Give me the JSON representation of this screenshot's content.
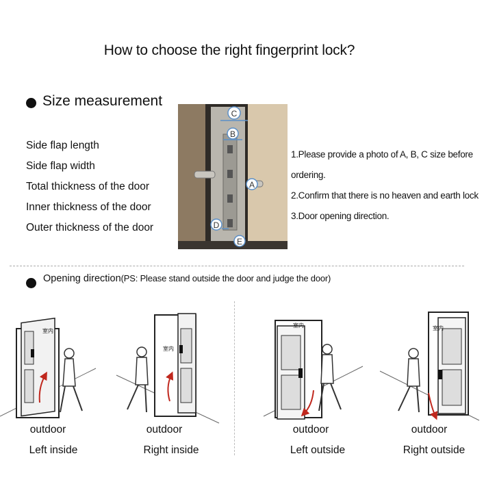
{
  "title": "How to choose the right fingerprint lock?",
  "size_section": {
    "heading": "Size measurement",
    "labels": [
      "Side flap length",
      "Side flap width",
      "Total thickness of the door",
      "Inner thickness of the door",
      "Outer thickness of the door"
    ],
    "photo_markers": [
      "C",
      "B",
      "A",
      "D",
      "E"
    ],
    "notes": [
      "1.Please provide a photo of A, B, C size before",
      "ordering.",
      "2.Confirm that there is no heaven and earth lock",
      "3.Door opening direction."
    ]
  },
  "opening_section": {
    "heading": "Opening direction",
    "ps": "(PS: Please stand outside the door and judge the door)",
    "door_sign": "室内",
    "doors": [
      {
        "side_label": "outdoor",
        "direction": "Left inside"
      },
      {
        "side_label": "outdoor",
        "direction": "Right inside"
      },
      {
        "side_label": "outdoor",
        "direction": "Left outside"
      },
      {
        "side_label": "outdoor",
        "direction": "Right outside"
      }
    ]
  },
  "colors": {
    "accent_arrow": "#c0281e",
    "photo_wall": "#cdb89a",
    "lock_steel": "#b9b6ae"
  }
}
